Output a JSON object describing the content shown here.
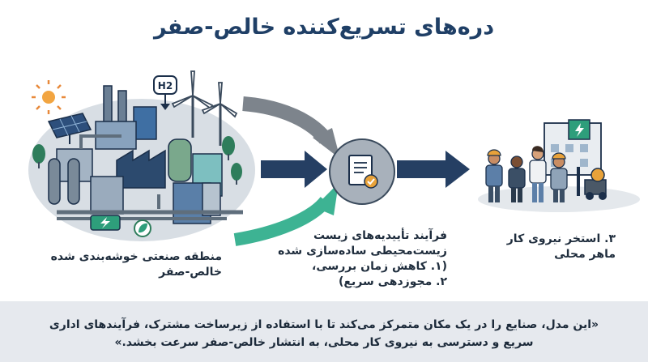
{
  "title": "دره‌های تسریع‌کننده خالص-صفر",
  "h2_badge": "H2",
  "labels": {
    "zone": [
      "منطقه صنعتی خوشه‌بندی شده",
      "خالص-صفر"
    ],
    "process": [
      "فرآیند تأییدیه‌های زیست",
      "زیست‌محیطی ساده‌سازی شده",
      "(۱. کاهش زمان بررسی،",
      "۲. مجوزدهی سریع)"
    ],
    "workforce": [
      "۳. استخر نیروی کار",
      "ماهر محلی"
    ]
  },
  "quote": "«این مدل، صنایع را در یک مکان متمرکز می‌کند تا با استفاده از زیرساخت مشترک، فرآیندهای اداری سریع و دسترسی به نیروی کار محلی، به انتشار خالص-صفر سرعت بخشد.»",
  "icons": {
    "zone": [
      "sun-icon",
      "solar-panel-icon",
      "hydrogen-tank-icon",
      "wind-turbine-icon",
      "factory-icon",
      "battery-icon",
      "leaf-icon",
      "tree-icon"
    ],
    "process": [
      "document-check-icon"
    ],
    "workforce": [
      "worker-icon",
      "office-building-icon",
      "forklift-icon"
    ]
  },
  "colors": {
    "title": "#1f3f66",
    "arrow_dark": "#253f63",
    "arrow_gray": "#7d848c",
    "arrow_green": "#3db393",
    "hub": "#a8b1bb",
    "quote_bg": "#e6e9ee"
  }
}
